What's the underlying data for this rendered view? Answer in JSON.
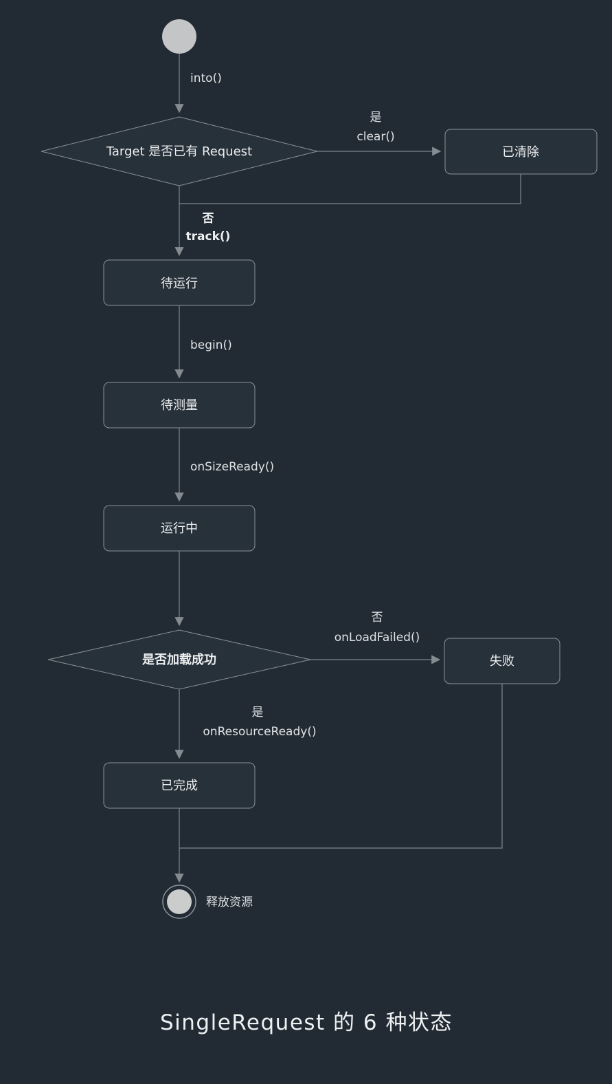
{
  "diagram": {
    "title": "SingleRequest 的 6 种状态",
    "colors": {
      "background": "#222b34",
      "node_border": "#8b9197",
      "node_fill": "#27313a",
      "line": "#7f868c",
      "text": "#eceeef",
      "start_circle_fill": "#c4c5c6",
      "end_circle_fill": "#cbcdcd"
    },
    "nodes": {
      "decision_has_request": {
        "label": "Target 是否已有 Request"
      },
      "cleared": {
        "label": "已清除"
      },
      "pending": {
        "label": "待运行"
      },
      "waiting_measure": {
        "label": "待测量"
      },
      "running": {
        "label": "运行中"
      },
      "decision_load_success": {
        "label": "是否加载成功"
      },
      "failed": {
        "label": "失败"
      },
      "complete": {
        "label": "已完成"
      },
      "end": {
        "label": "释放资源"
      }
    },
    "edges": {
      "into": {
        "label": "into()"
      },
      "clear": {
        "lines": [
          "是",
          "clear()"
        ]
      },
      "track": {
        "lines": [
          "否",
          "track()"
        ]
      },
      "begin": {
        "label": "begin()"
      },
      "on_size_ready": {
        "label": "onSizeReady()"
      },
      "on_load_failed": {
        "lines": [
          "否",
          "onLoadFailed()"
        ]
      },
      "on_resource_ready": {
        "lines": [
          "是",
          "onResourceReady()"
        ]
      }
    }
  }
}
